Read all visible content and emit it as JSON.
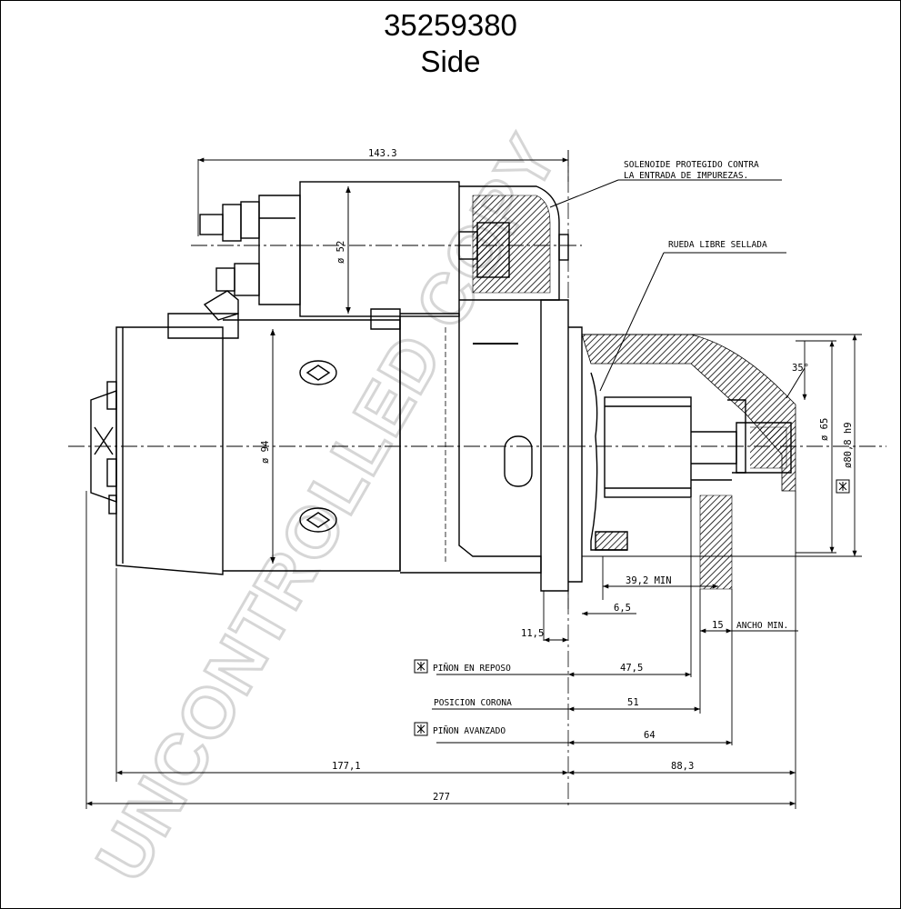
{
  "title": "35259380",
  "subtitle": "Side",
  "watermark": "UNCONTROLLED COPY",
  "notes": {
    "solenoid_line1": "SOLENOIDE PROTEGIDO CONTRA",
    "solenoid_line2": "LA ENTRADA DE IMPUREZAS.",
    "freewheel": "RUEDA LIBRE SELLADA",
    "pinion_rest": "PIÑON EN REPOSO",
    "ring_position": "POSICION CORONA",
    "pinion_advanced": "PIÑON AVANZADO",
    "min_width": "ANCHO MIN."
  },
  "dimensions": {
    "solenoid_length": "143.3",
    "solenoid_dia": "ø 52",
    "motor_dia": "ø 94",
    "flange_angle": "35°",
    "pilot_dia": "ø 65",
    "flange_dia": "ø80,8 h9",
    "d_39_2": "39,2 MIN",
    "d_6_5": "6,5",
    "d_11_5": "11,5",
    "d_15": "15",
    "d_47_5": "47,5",
    "d_51": "51",
    "d_64": "64",
    "d_177_1": "177,1",
    "d_88_3": "88,3",
    "d_277": "277"
  },
  "colors": {
    "ink": "#000000",
    "watermark": "#d6d6d6"
  }
}
